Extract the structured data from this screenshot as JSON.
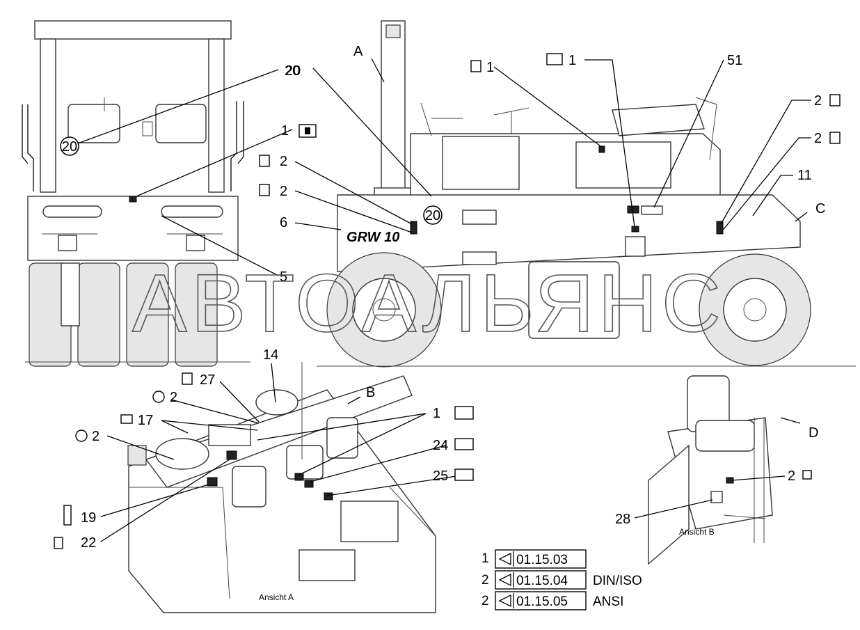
{
  "callouts": {
    "front": {
      "n20": "20",
      "n1": "1",
      "n5": "5"
    },
    "side": {
      "a": "A",
      "n20": "20",
      "n20_circle": "20",
      "n1a": "1",
      "n1b": "1",
      "n51": "51",
      "n2_left_top": "2",
      "n2_left_bottom": "2",
      "n6": "6",
      "n2_right_top": "2",
      "n2_right_bottom": "2",
      "n11": "11",
      "c": "C",
      "n20_front_circle": "20",
      "badge": "GRW 10"
    },
    "view_a": {
      "n14": "14",
      "n27": "27",
      "b": "B",
      "n2a": "2",
      "n17": "17",
      "n2b": "2",
      "n1": "1",
      "n24": "24",
      "n25": "25",
      "n19": "19",
      "n22": "22",
      "caption": "Ansicht A"
    },
    "view_b": {
      "d": "D",
      "n2": "2",
      "n28": "28",
      "caption": "Ansicht B"
    }
  },
  "legend": [
    {
      "qty": "1",
      "code": "01.15.03",
      "note": ""
    },
    {
      "qty": "2",
      "code": "01.15.04",
      "note": "DIN/ISO"
    },
    {
      "qty": "2",
      "code": "01.15.05",
      "note": "ANSI"
    }
  ],
  "watermark": "АВТОАЛЬЯНС",
  "icons": [
    "sticker-icon",
    "eye-triangle-icon"
  ]
}
